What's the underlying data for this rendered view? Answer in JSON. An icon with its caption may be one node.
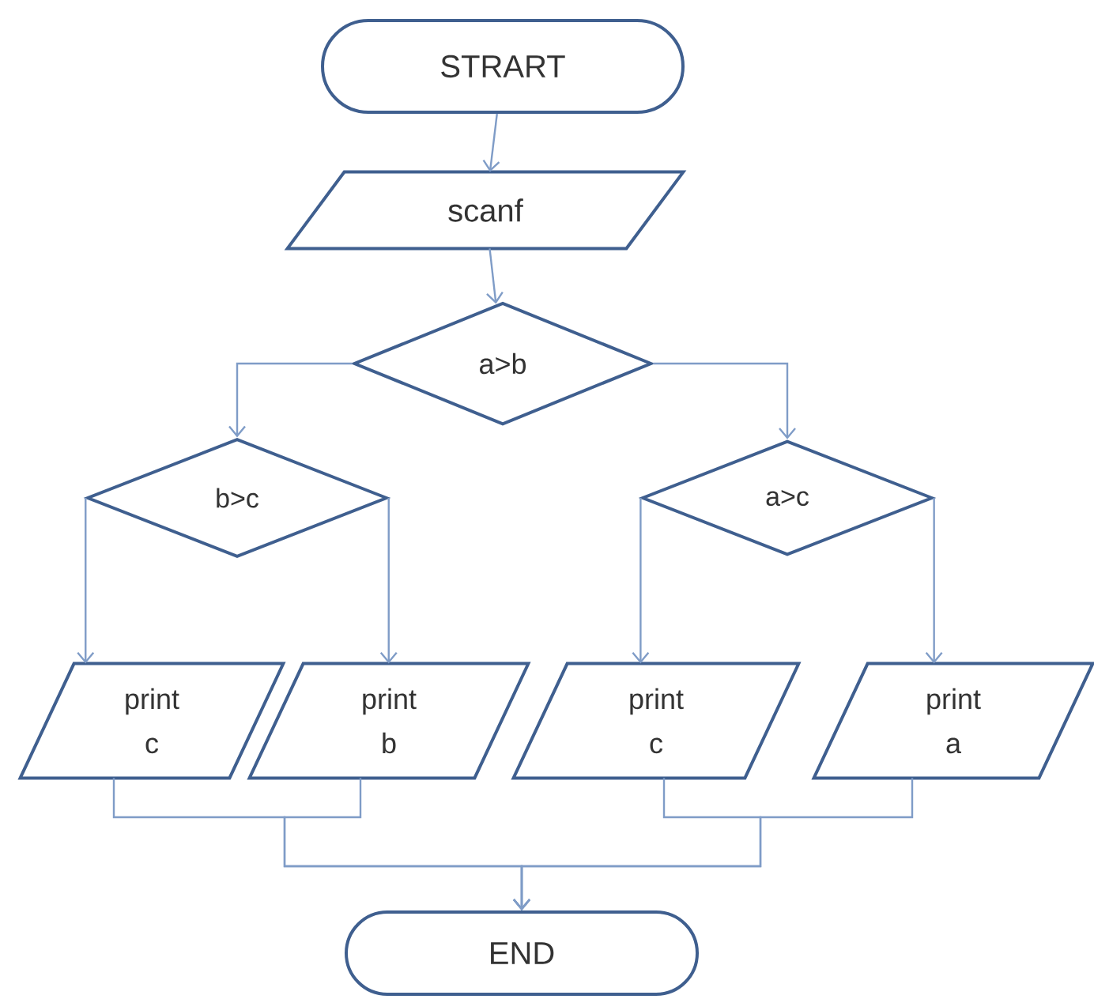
{
  "diagram": {
    "nodes": [
      {
        "text": [
          "STRART"
        ]
      },
      {
        "text": [
          "scanf"
        ]
      },
      {
        "text": [
          "a>b"
        ]
      },
      {
        "text": [
          "b>c"
        ]
      },
      {
        "text": [
          "a>c"
        ]
      },
      {
        "text": [
          "print c"
        ]
      },
      {
        "text": [
          "print b"
        ]
      },
      {
        "text": [
          "print c"
        ]
      },
      {
        "text": [
          "print a"
        ]
      },
      {
        "text": [
          "END"
        ]
      }
    ],
    "edges": [
      {
        "from": 0,
        "to": 1,
        "arrow": "to"
      },
      {
        "from": 1,
        "to": 2,
        "arrow": "to"
      },
      {
        "from": 2,
        "to": 3,
        "arrow": "to"
      },
      {
        "from": 2,
        "to": 4,
        "arrow": "to"
      },
      {
        "from": 3,
        "to": 5,
        "arrow": "to"
      },
      {
        "from": 3,
        "to": 6,
        "arrow": "to"
      },
      {
        "from": 4,
        "to": 7,
        "arrow": "to"
      },
      {
        "from": 4,
        "to": 8,
        "arrow": "to"
      },
      {
        "from": 5,
        "to": 9,
        "arrow": "to"
      },
      {
        "from": 6,
        "to": 9,
        "arrow": "to"
      },
      {
        "from": 7,
        "to": 9,
        "arrow": "to"
      },
      {
        "from": 8,
        "to": 9,
        "arrow": "to"
      }
    ]
  }
}
